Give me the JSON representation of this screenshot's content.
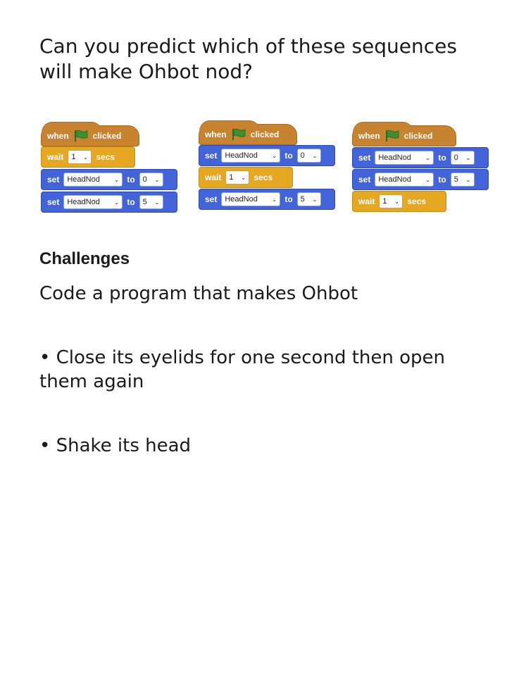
{
  "question": "Can you predict which of these sequences will make Ohbot nod?",
  "sequences": [
    {
      "blocks": [
        {
          "type": "event",
          "when": "when",
          "clicked": "clicked"
        },
        {
          "type": "control",
          "kw": "wait",
          "value": "1",
          "unit": "secs"
        },
        {
          "type": "motion",
          "kw": "set",
          "target": "HeadNod",
          "to": "to",
          "value": "0"
        },
        {
          "type": "motion",
          "kw": "set",
          "target": "HeadNod",
          "to": "to",
          "value": "5"
        }
      ]
    },
    {
      "blocks": [
        {
          "type": "event",
          "when": "when",
          "clicked": "clicked"
        },
        {
          "type": "motion",
          "kw": "set",
          "target": "HeadNod",
          "to": "to",
          "value": "0"
        },
        {
          "type": "control",
          "kw": "wait",
          "value": "1",
          "unit": "secs"
        },
        {
          "type": "motion",
          "kw": "set",
          "target": "HeadNod",
          "to": "to",
          "value": "5"
        }
      ]
    },
    {
      "blocks": [
        {
          "type": "event",
          "when": "when",
          "clicked": "clicked"
        },
        {
          "type": "motion",
          "kw": "set",
          "target": "HeadNod",
          "to": "to",
          "value": "0"
        },
        {
          "type": "motion",
          "kw": "set",
          "target": "HeadNod",
          "to": "to",
          "value": "5"
        },
        {
          "type": "control",
          "kw": "wait",
          "value": "1",
          "unit": "secs"
        }
      ]
    }
  ],
  "challenges": {
    "title": "Challenges",
    "intro": "Code a program that makes Ohbot",
    "items": [
      "• Close its eyelids for one second then open them again",
      "• Shake its head"
    ]
  },
  "colors": {
    "event": "#c88330",
    "control": "#e6a722",
    "motion": "#4363d8",
    "flag": "#3f8f2f"
  }
}
